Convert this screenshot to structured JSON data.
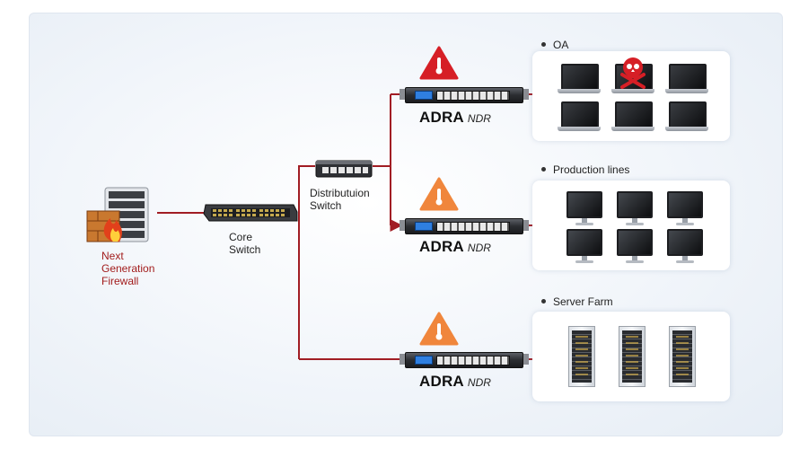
{
  "firewall": {
    "label_line1": "Next",
    "label_line2": "Generation",
    "label_line3": "Firewall"
  },
  "core_switch": {
    "label_line1": "Core",
    "label_line2": "Switch"
  },
  "distribution_switch": {
    "label_line1": "Distributuion",
    "label_line2": "Switch"
  },
  "segments": [
    {
      "title": "OA",
      "ndr_brand": "ADRA",
      "ndr_sub": "NDR",
      "warning_color": "#d61f26",
      "device_kind": "laptop",
      "compromised_index": 1
    },
    {
      "title": "Production lines",
      "ndr_brand": "ADRA",
      "ndr_sub": "NDR",
      "warning_color": "#f0863c",
      "device_kind": "monitor"
    },
    {
      "title": "Server Farm",
      "ndr_brand": "ADRA",
      "ndr_sub": "NDR",
      "warning_color": "#f0863c",
      "device_kind": "server-rack"
    }
  ],
  "colors": {
    "link": "#a11d24",
    "canvas": "#eef3f9",
    "threat": "#d61f26"
  },
  "icons": [
    "firewall-icon",
    "core-switch-icon",
    "distribution-switch-icon",
    "thermometer-warning-icon",
    "skull-crossbones-icon",
    "laptop-icon",
    "monitor-icon",
    "server-rack-icon"
  ]
}
